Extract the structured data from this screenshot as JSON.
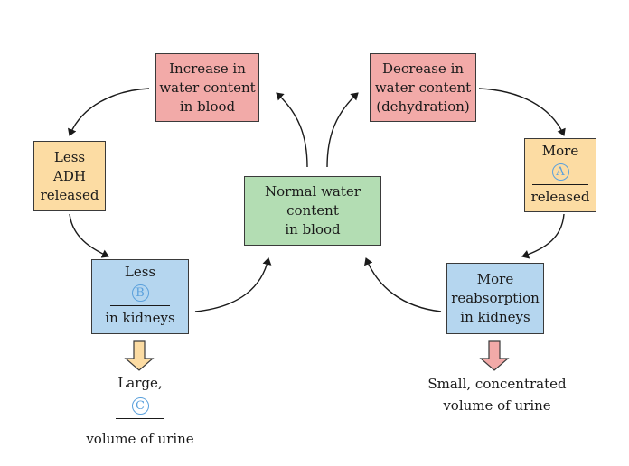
{
  "nodes": {
    "normal": [
      "Normal water",
      "content",
      "in blood"
    ],
    "increase": [
      "Increase in",
      "water content",
      "in blood"
    ],
    "decrease": [
      "Decrease in",
      "water content",
      "(dehydration)"
    ],
    "less_adh": [
      "Less",
      "ADH",
      "released"
    ],
    "more_a": {
      "top": "More",
      "marker": "A",
      "bottom": "released"
    },
    "less_b": {
      "top": "Less",
      "marker": "B",
      "bottom": "in kidneys"
    },
    "more_reabsorption": [
      "More",
      "reabsorption",
      "in kidneys"
    ]
  },
  "outcomes": {
    "large": {
      "top": "Large,",
      "marker": "C",
      "bottom": "volume of urine"
    },
    "small": [
      "Small, concentrated",
      "volume of urine"
    ]
  },
  "colors": {
    "normal": "#b3ddb3",
    "change": "#f2aaa8",
    "adh": "#fcdca3",
    "kidney": "#b5d6ef",
    "marker": "#5aa0dc",
    "large_arrow": "#fcdca3",
    "small_arrow": "#f2aaa8"
  }
}
